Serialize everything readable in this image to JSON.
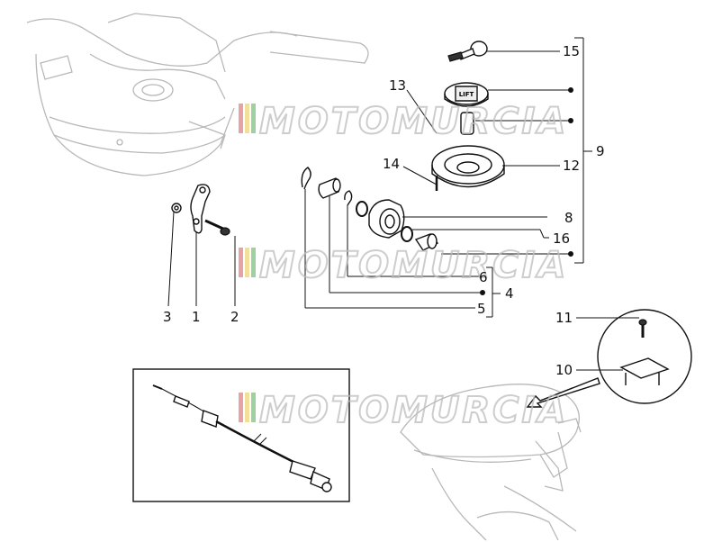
{
  "callouts": {
    "c1": "1",
    "c2": "2",
    "c3": "3",
    "c4": "4",
    "c5": "5",
    "c6": "6",
    "c8": "8",
    "c9": "9",
    "c10": "10",
    "c11": "11",
    "c12": "12",
    "c13": "13",
    "c14": "14",
    "c15": "15",
    "c16": "16"
  },
  "watermark": {
    "text": "MOTOMURCIA"
  },
  "fuel_cap_label": "LIFT"
}
